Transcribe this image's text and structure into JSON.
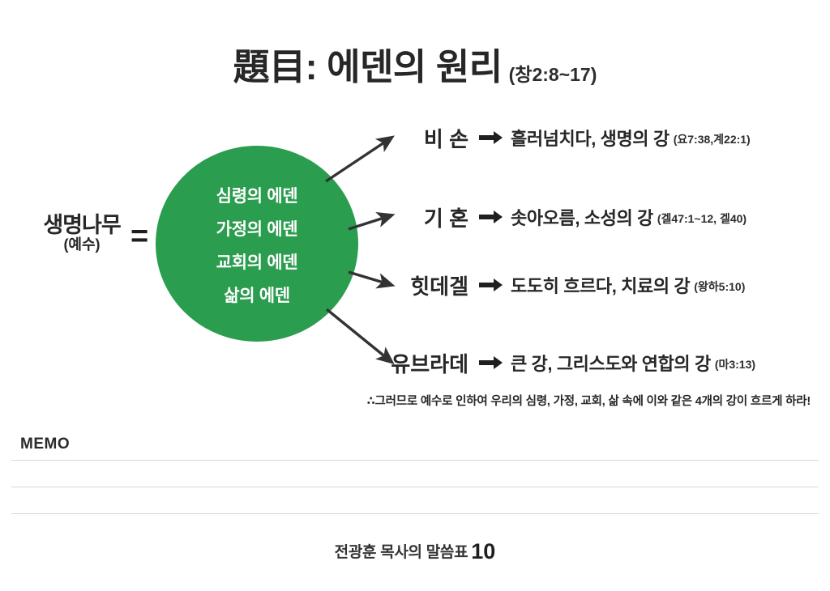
{
  "title": {
    "main": "題目: 에덴의 원리",
    "reference": "(창2:8~17)"
  },
  "source_label": {
    "main": "생명나무",
    "sub": "(예수)",
    "equals": "="
  },
  "circle": {
    "fill_color": "#2a9d4e",
    "text_color": "#ffffff",
    "lines": [
      "심령의 에덴",
      "가정의 에덴",
      "교회의 에덴",
      "삶의 에덴"
    ]
  },
  "branches": [
    {
      "name": "비 손",
      "arrow": "right-arrow-icon",
      "description": "흘러넘치다, 생명의 강",
      "reference": "(요7:38,계22:1)"
    },
    {
      "name": "기 혼",
      "arrow": "right-arrow-icon",
      "description": "솟아오름, 소성의 강",
      "reference": "(겔47:1~12, 겔40)"
    },
    {
      "name": "힛데겔",
      "arrow": "right-arrow-icon",
      "description": "도도히 흐르다, 치료의 강",
      "reference": "(왕하5:10)"
    },
    {
      "name": "유브라데",
      "arrow": "right-arrow-icon",
      "description": "큰 강, 그리스도와 연합의 강",
      "reference": "(마3:13)"
    }
  ],
  "conclusion": "∴그러므로 예수로 인하여 우리의 심령, 가정, 교회, 삶 속에 이와 같은 4개의 강이 흐르게 하라!",
  "memo": {
    "label": "MEMO",
    "line_count": 3
  },
  "footer": {
    "text": "전광훈 목사의 말씀표",
    "page": "10"
  }
}
